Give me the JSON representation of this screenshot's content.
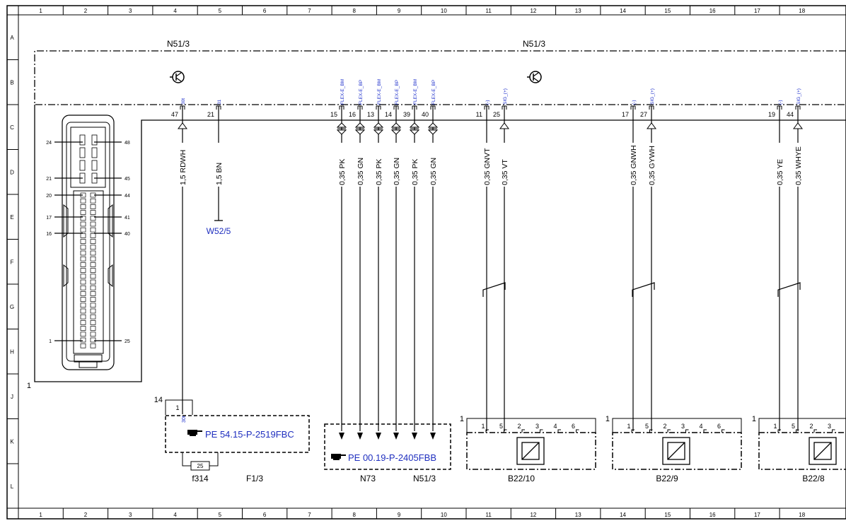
{
  "grid": {
    "columns": [
      "1",
      "2",
      "3",
      "4",
      "5",
      "6",
      "7",
      "8",
      "9",
      "10",
      "11",
      "12",
      "13",
      "14",
      "15",
      "16",
      "17",
      "18"
    ],
    "rows": [
      "A",
      "B",
      "C",
      "D",
      "E",
      "F",
      "G",
      "H",
      "J",
      "K",
      "L"
    ]
  },
  "control_unit": {
    "label_left": "N51/3",
    "label_right": "N51/3",
    "connector_ref": "1"
  },
  "connector_diagram": {
    "pins_left": [
      "24",
      "21",
      "20",
      "17",
      "16",
      "1"
    ],
    "pins_right": [
      "48",
      "45",
      "44",
      "41",
      "40",
      "25"
    ]
  },
  "pins": [
    {
      "num": "47",
      "name": "30t",
      "wire": "1,5 RDWH"
    },
    {
      "num": "21",
      "name": "31",
      "wire": "1,5 BN"
    },
    {
      "num": "15",
      "name": "FLEX-E_BM",
      "wire": "0,35 PK"
    },
    {
      "num": "16",
      "name": "FLEX-E_BP",
      "wire": "0,35 GN"
    },
    {
      "num": "13",
      "name": "FLEX-E_BM",
      "wire": "0,35 PK"
    },
    {
      "num": "14",
      "name": "FLEX-E_BP",
      "wire": "0,35 GN"
    },
    {
      "num": "39",
      "name": "FLEX-E_BM",
      "wire": "0,35 PK"
    },
    {
      "num": "40",
      "name": "FLEX-E_BP",
      "wire": "0,35 GN"
    },
    {
      "num": "11",
      "name": "(-)",
      "wire": "0,35 GNVT"
    },
    {
      "num": "25",
      "name": "SIG_(+)",
      "wire": "0,35 VT"
    },
    {
      "num": "17",
      "name": "(-)",
      "wire": "0,35 GNWH"
    },
    {
      "num": "27",
      "name": "SIG_(+)",
      "wire": "0,35 GYWH"
    },
    {
      "num": "19",
      "name": "(-)",
      "wire": "0,35 YE"
    },
    {
      "num": "44",
      "name": "SIG_(+)",
      "wire": "0,35 WHYE"
    }
  ],
  "ground": {
    "label": "W52/5"
  },
  "fuse": {
    "ref_num": "14",
    "pin": "1",
    "pin_name": "30t",
    "link": "PE 54.15-P-2519FBC",
    "fuse_value": "25",
    "fuse_label": "f314",
    "component": "F1/3"
  },
  "flexray": {
    "link": "PE 00.19-P-2405FBB",
    "labels": [
      "N73",
      "N51/3"
    ]
  },
  "sensors": [
    {
      "ref": "1",
      "pins": [
        "1",
        "5",
        "2",
        "3",
        "4",
        "6"
      ],
      "label": "B22/10"
    },
    {
      "ref": "1",
      "pins": [
        "1",
        "5",
        "2",
        "3",
        "4",
        "6"
      ],
      "label": "B22/9"
    },
    {
      "ref": "1",
      "pins": [
        "1",
        "5",
        "2",
        "3"
      ],
      "label": "B22/8"
    }
  ],
  "colors": {
    "line": "#000000",
    "link": "#1f2fbf",
    "pin_name": "#2233cc"
  }
}
